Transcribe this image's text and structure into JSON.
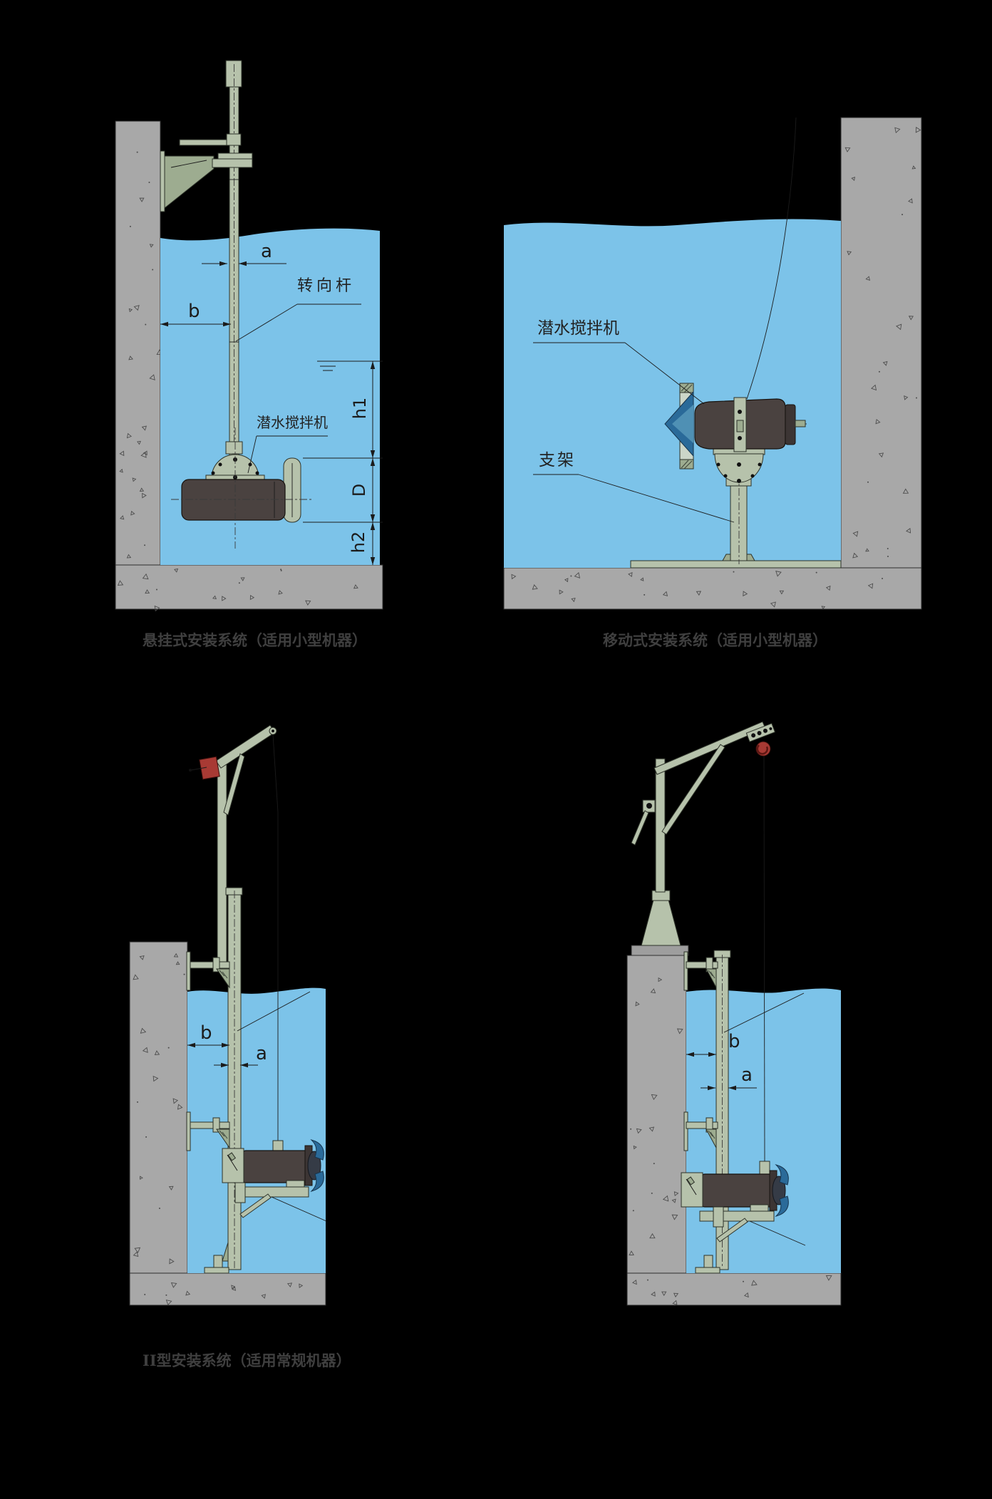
{
  "drawing": {
    "background": "#000000",
    "panels": [
      {
        "id": "suspended-installation",
        "caption": "悬挂式安装系统（适用小型机器）",
        "labels": {
          "steering_rod": "转向杆",
          "mixer": "潜水搅拌机"
        },
        "dimensions": {
          "a": "a",
          "b": "b",
          "h1": "h1",
          "D": "D",
          "h2": "h2"
        }
      },
      {
        "id": "mobile-installation",
        "caption": "移动式安装系统（适用小型机器）",
        "labels": {
          "mixer": "潜水搅拌机",
          "stand": "支架"
        }
      },
      {
        "id": "type2-installation",
        "caption": "II型安装系统（适用常规机器）",
        "dimensions": {
          "a": "a",
          "b": "b"
        }
      },
      {
        "id": "type2-installation-variant",
        "dimensions": {
          "a": "a",
          "b": "b"
        }
      }
    ],
    "colors": {
      "background": "#000000",
      "water": "#7cc3e9",
      "concrete": "#a8a8a8",
      "structure": "#b6c2ab",
      "structure_shade": "#9dac90",
      "mixer_body": "#4a4240",
      "propeller_blue": "#2a6a99",
      "winch_red": "#a83a34",
      "line": "#1b1b1b",
      "caption_text": "#3f3f3f"
    }
  }
}
